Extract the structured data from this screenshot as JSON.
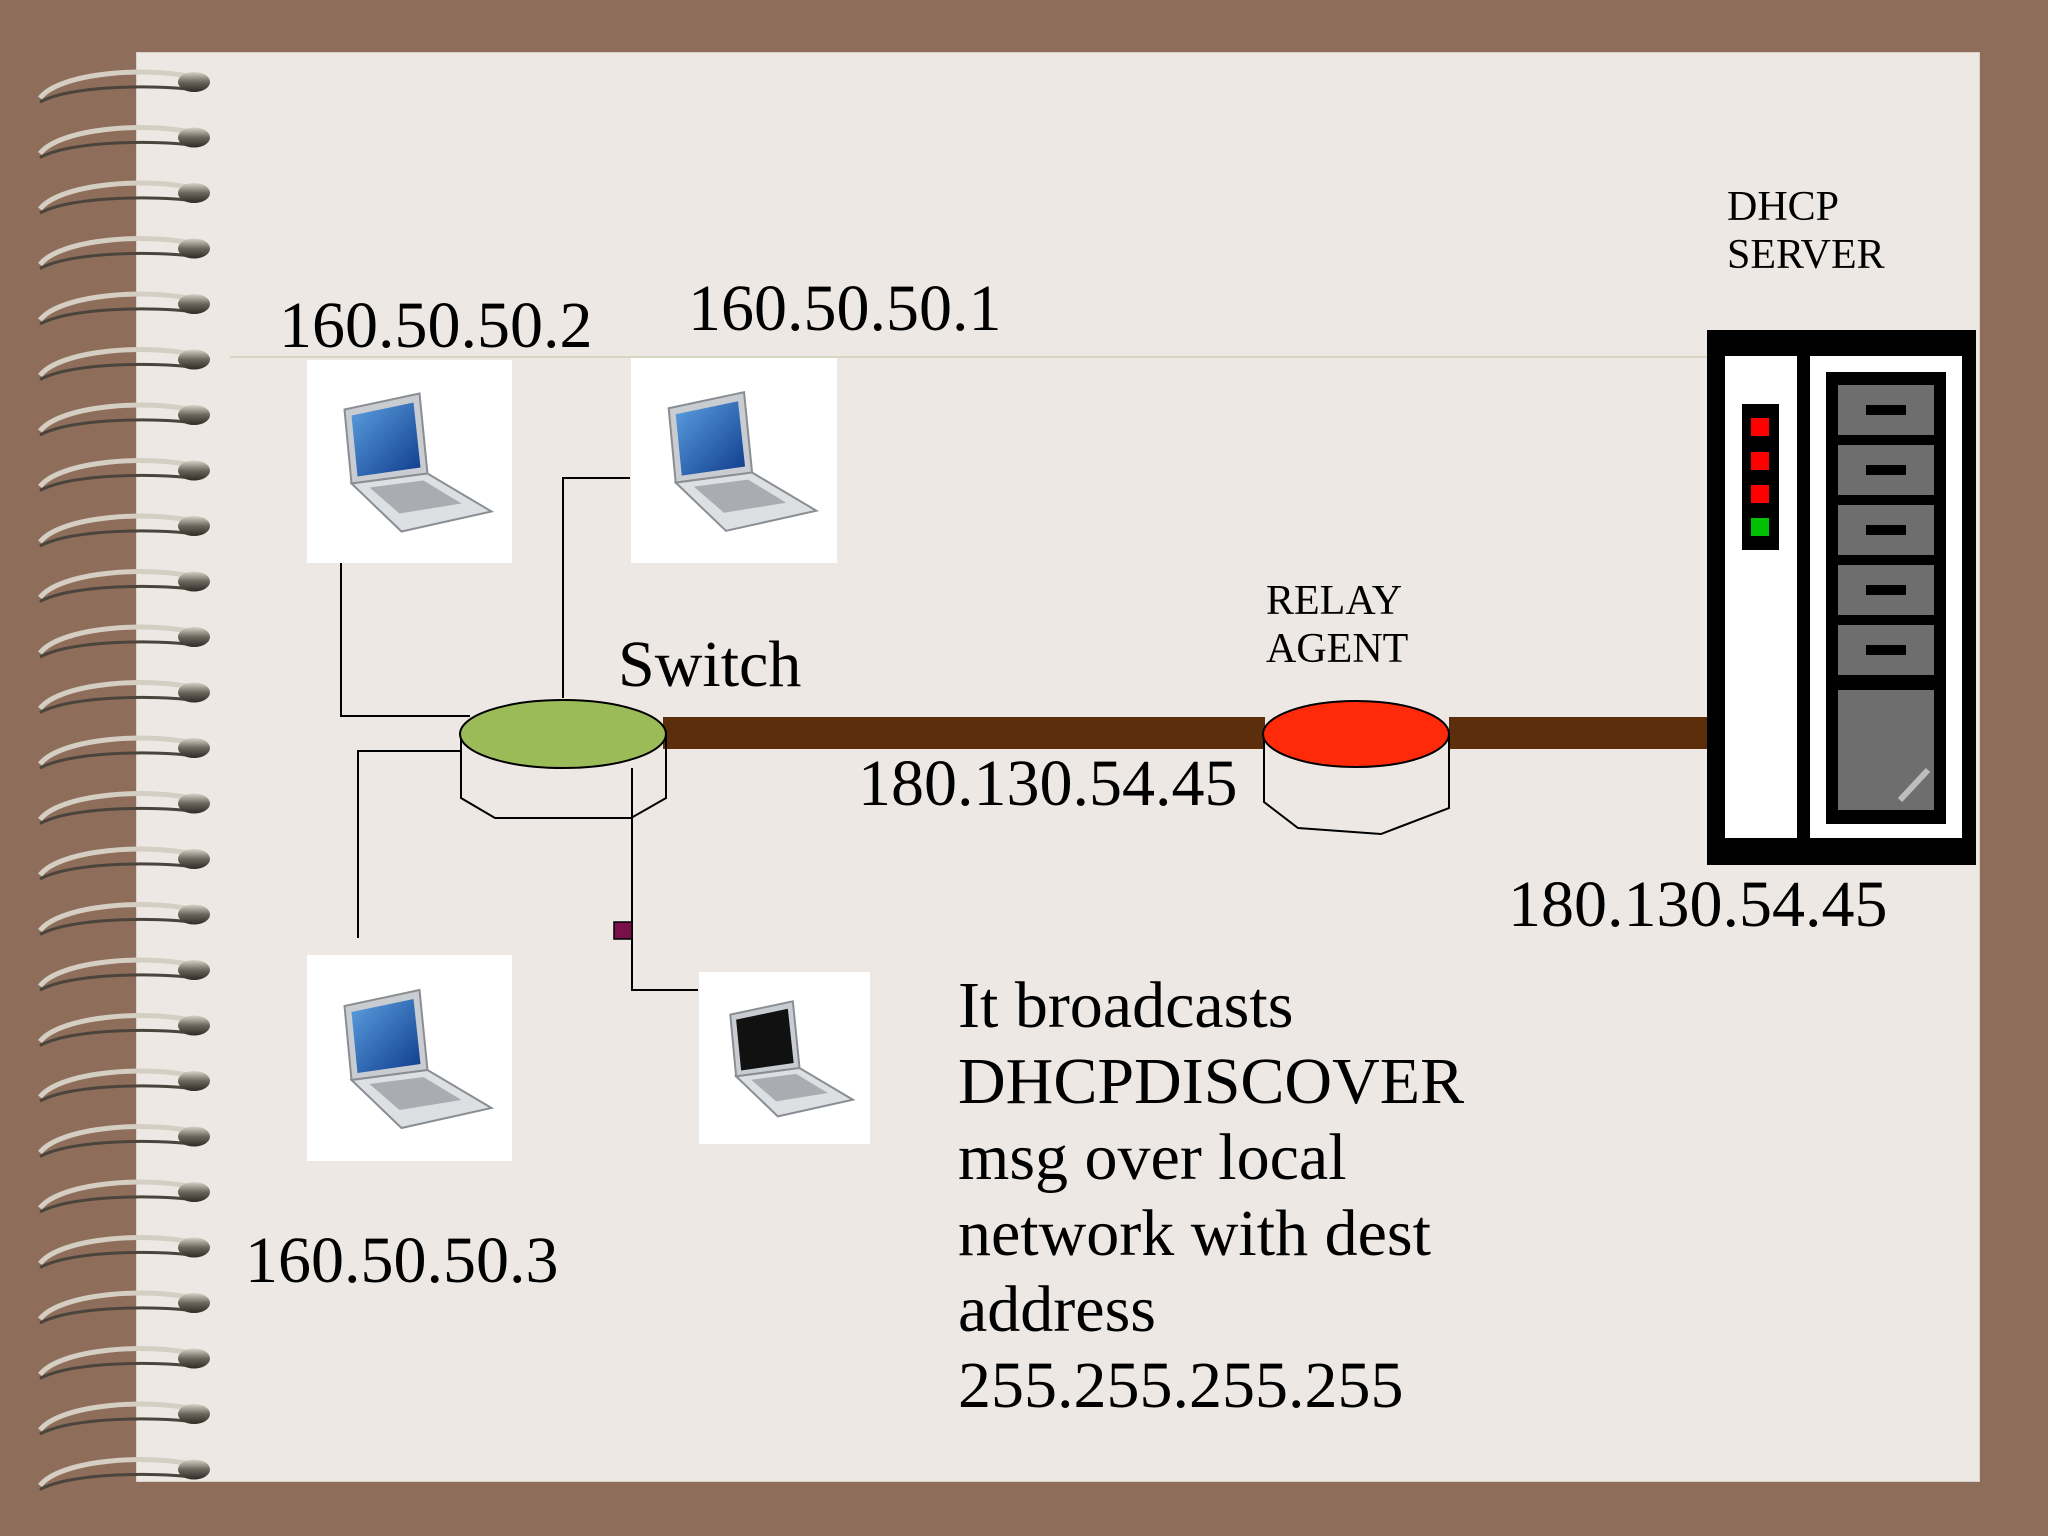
{
  "diagram": {
    "nodes": {
      "client_a": {
        "ip": "160.50.50.2"
      },
      "client_b": {
        "ip": "160.50.50.1"
      },
      "client_c": {
        "ip": "160.50.50.3"
      },
      "new_client": {
        "ip": ""
      },
      "switch": {
        "label": "Switch"
      },
      "relay_agent": {
        "label_line1": "RELAY",
        "label_line2": "AGENT",
        "ip": "180.130.54.45"
      },
      "dhcp_server": {
        "label_line1": "DHCP",
        "label_line2": "SERVER",
        "ip": "180.130.54.45"
      }
    },
    "message_lines": [
      "It broadcasts",
      "DHCPDISCOVER",
      "msg over local",
      "network with dest",
      "address",
      "255.255.255.255"
    ]
  },
  "colors": {
    "background": "#8E6E5A",
    "paper": "#EDE8E3",
    "switch_fill": "#9BBB59",
    "relay_fill": "#FF2A0A",
    "link": "#5C2E0C",
    "server_frame": "#000000",
    "led_red": "#FF0000",
    "led_green": "#00C000",
    "dot": "#7A0F4A"
  },
  "icons": [
    "spiral-binding-icon",
    "laptop-icon",
    "server-icon",
    "switch-icon",
    "router-icon"
  ]
}
